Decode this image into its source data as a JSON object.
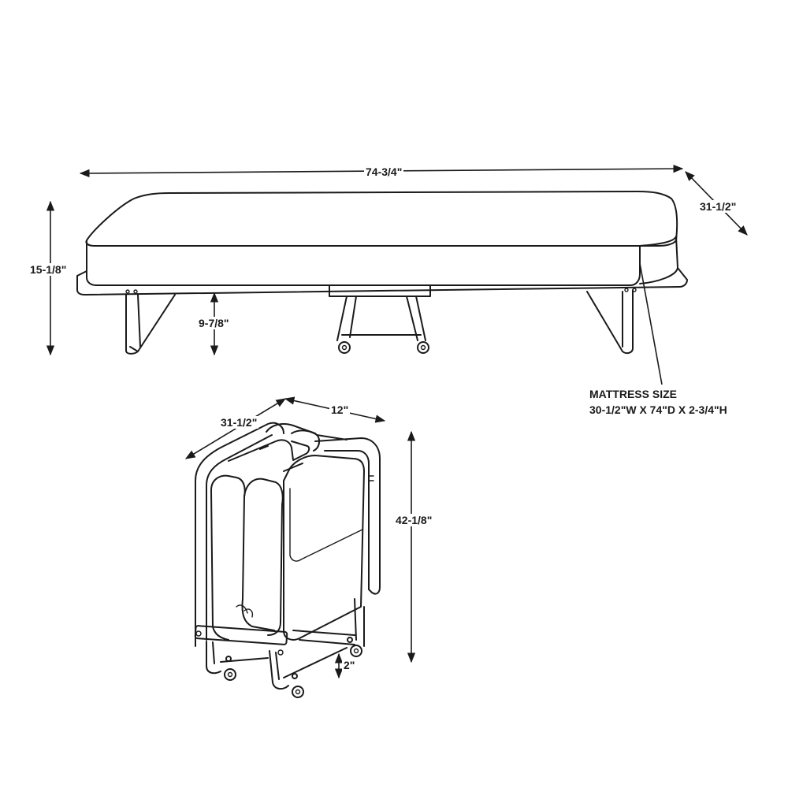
{
  "dimensions": {
    "bed_length": "74-3/4\"",
    "bed_depth": "31-1/2\"",
    "bed_height": "15-1/8\"",
    "frame_height": "9-7/8\"",
    "folded_depth": "31-1/2\"",
    "folded_width": "12\"",
    "folded_height": "42-1/8\"",
    "caster_clearance": "2\""
  },
  "mattress": {
    "heading": "MATTRESS SIZE",
    "size": "30-1/2\"W X 74\"D X 2-3/4\"H"
  },
  "colors": {
    "line": "#1a1a1a",
    "background": "#ffffff"
  }
}
